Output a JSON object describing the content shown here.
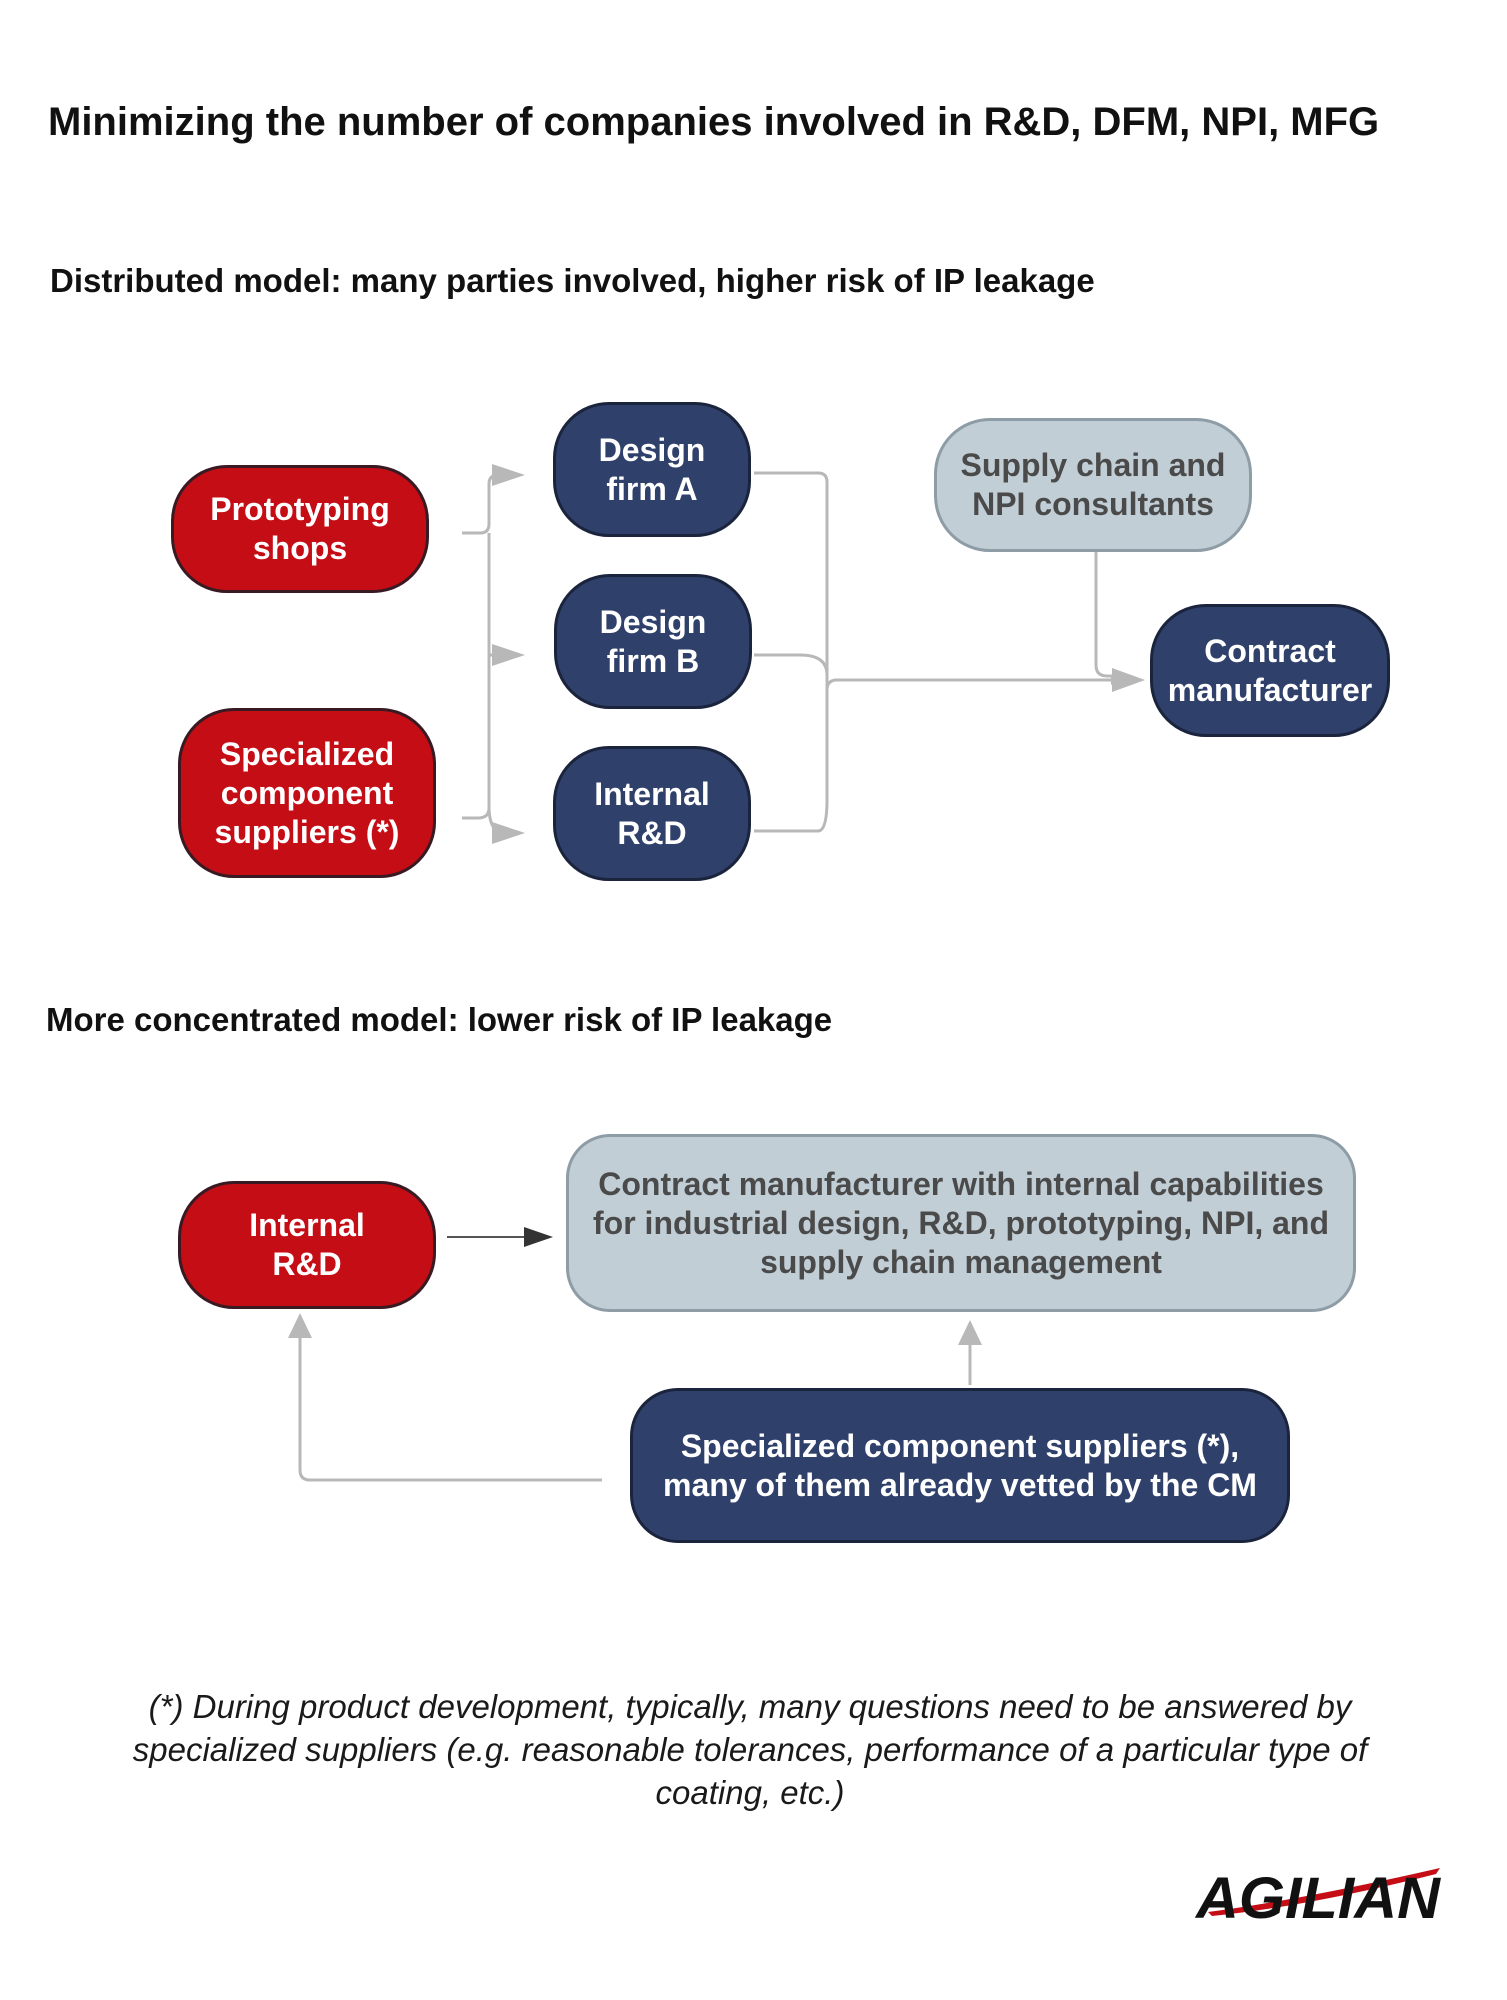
{
  "title": "Minimizing the number of companies involved in R&D, DFM, NPI, MFG",
  "distributed": {
    "heading": "Distributed model: many parties involved, higher risk of IP leakage",
    "prototyping": [
      "Prototyping",
      "shops"
    ],
    "suppliers": [
      "Specialized",
      "component",
      "suppliers (*)"
    ],
    "design_a": [
      "Design",
      "firm A"
    ],
    "design_b": [
      "Design",
      "firm B"
    ],
    "internal_rd": [
      "Internal",
      "R&D"
    ],
    "consultants": [
      "Supply chain and",
      "NPI consultants"
    ],
    "contract_manufacturer": [
      "Contract",
      "manufacturer"
    ]
  },
  "concentrated": {
    "heading": "More concentrated model: lower risk of IP leakage",
    "internal_rd": [
      "Internal",
      "R&D"
    ],
    "contract_manufacturer": [
      "Contract manufacturer with internal capabilities",
      "for industrial design, R&D, prototyping, NPI, and",
      "supply chain management"
    ],
    "suppliers": [
      "Specialized component suppliers (*),",
      "many of them already vetted by the CM"
    ]
  },
  "footnote": [
    "(*) During product development, typically, many questions need to be answered by",
    "specialized suppliers (e.g. reasonable tolerances, performance of a particular type of",
    "coating, etc.)"
  ],
  "logo": {
    "text": "AGILIAN",
    "color": "#111111",
    "swoosh_color": "#c50d16"
  },
  "colors": {
    "red_node": "#c50d16",
    "navy_node": "#2f406a",
    "grey_node": "#c1ced6",
    "connector": "#b8b8b8"
  }
}
